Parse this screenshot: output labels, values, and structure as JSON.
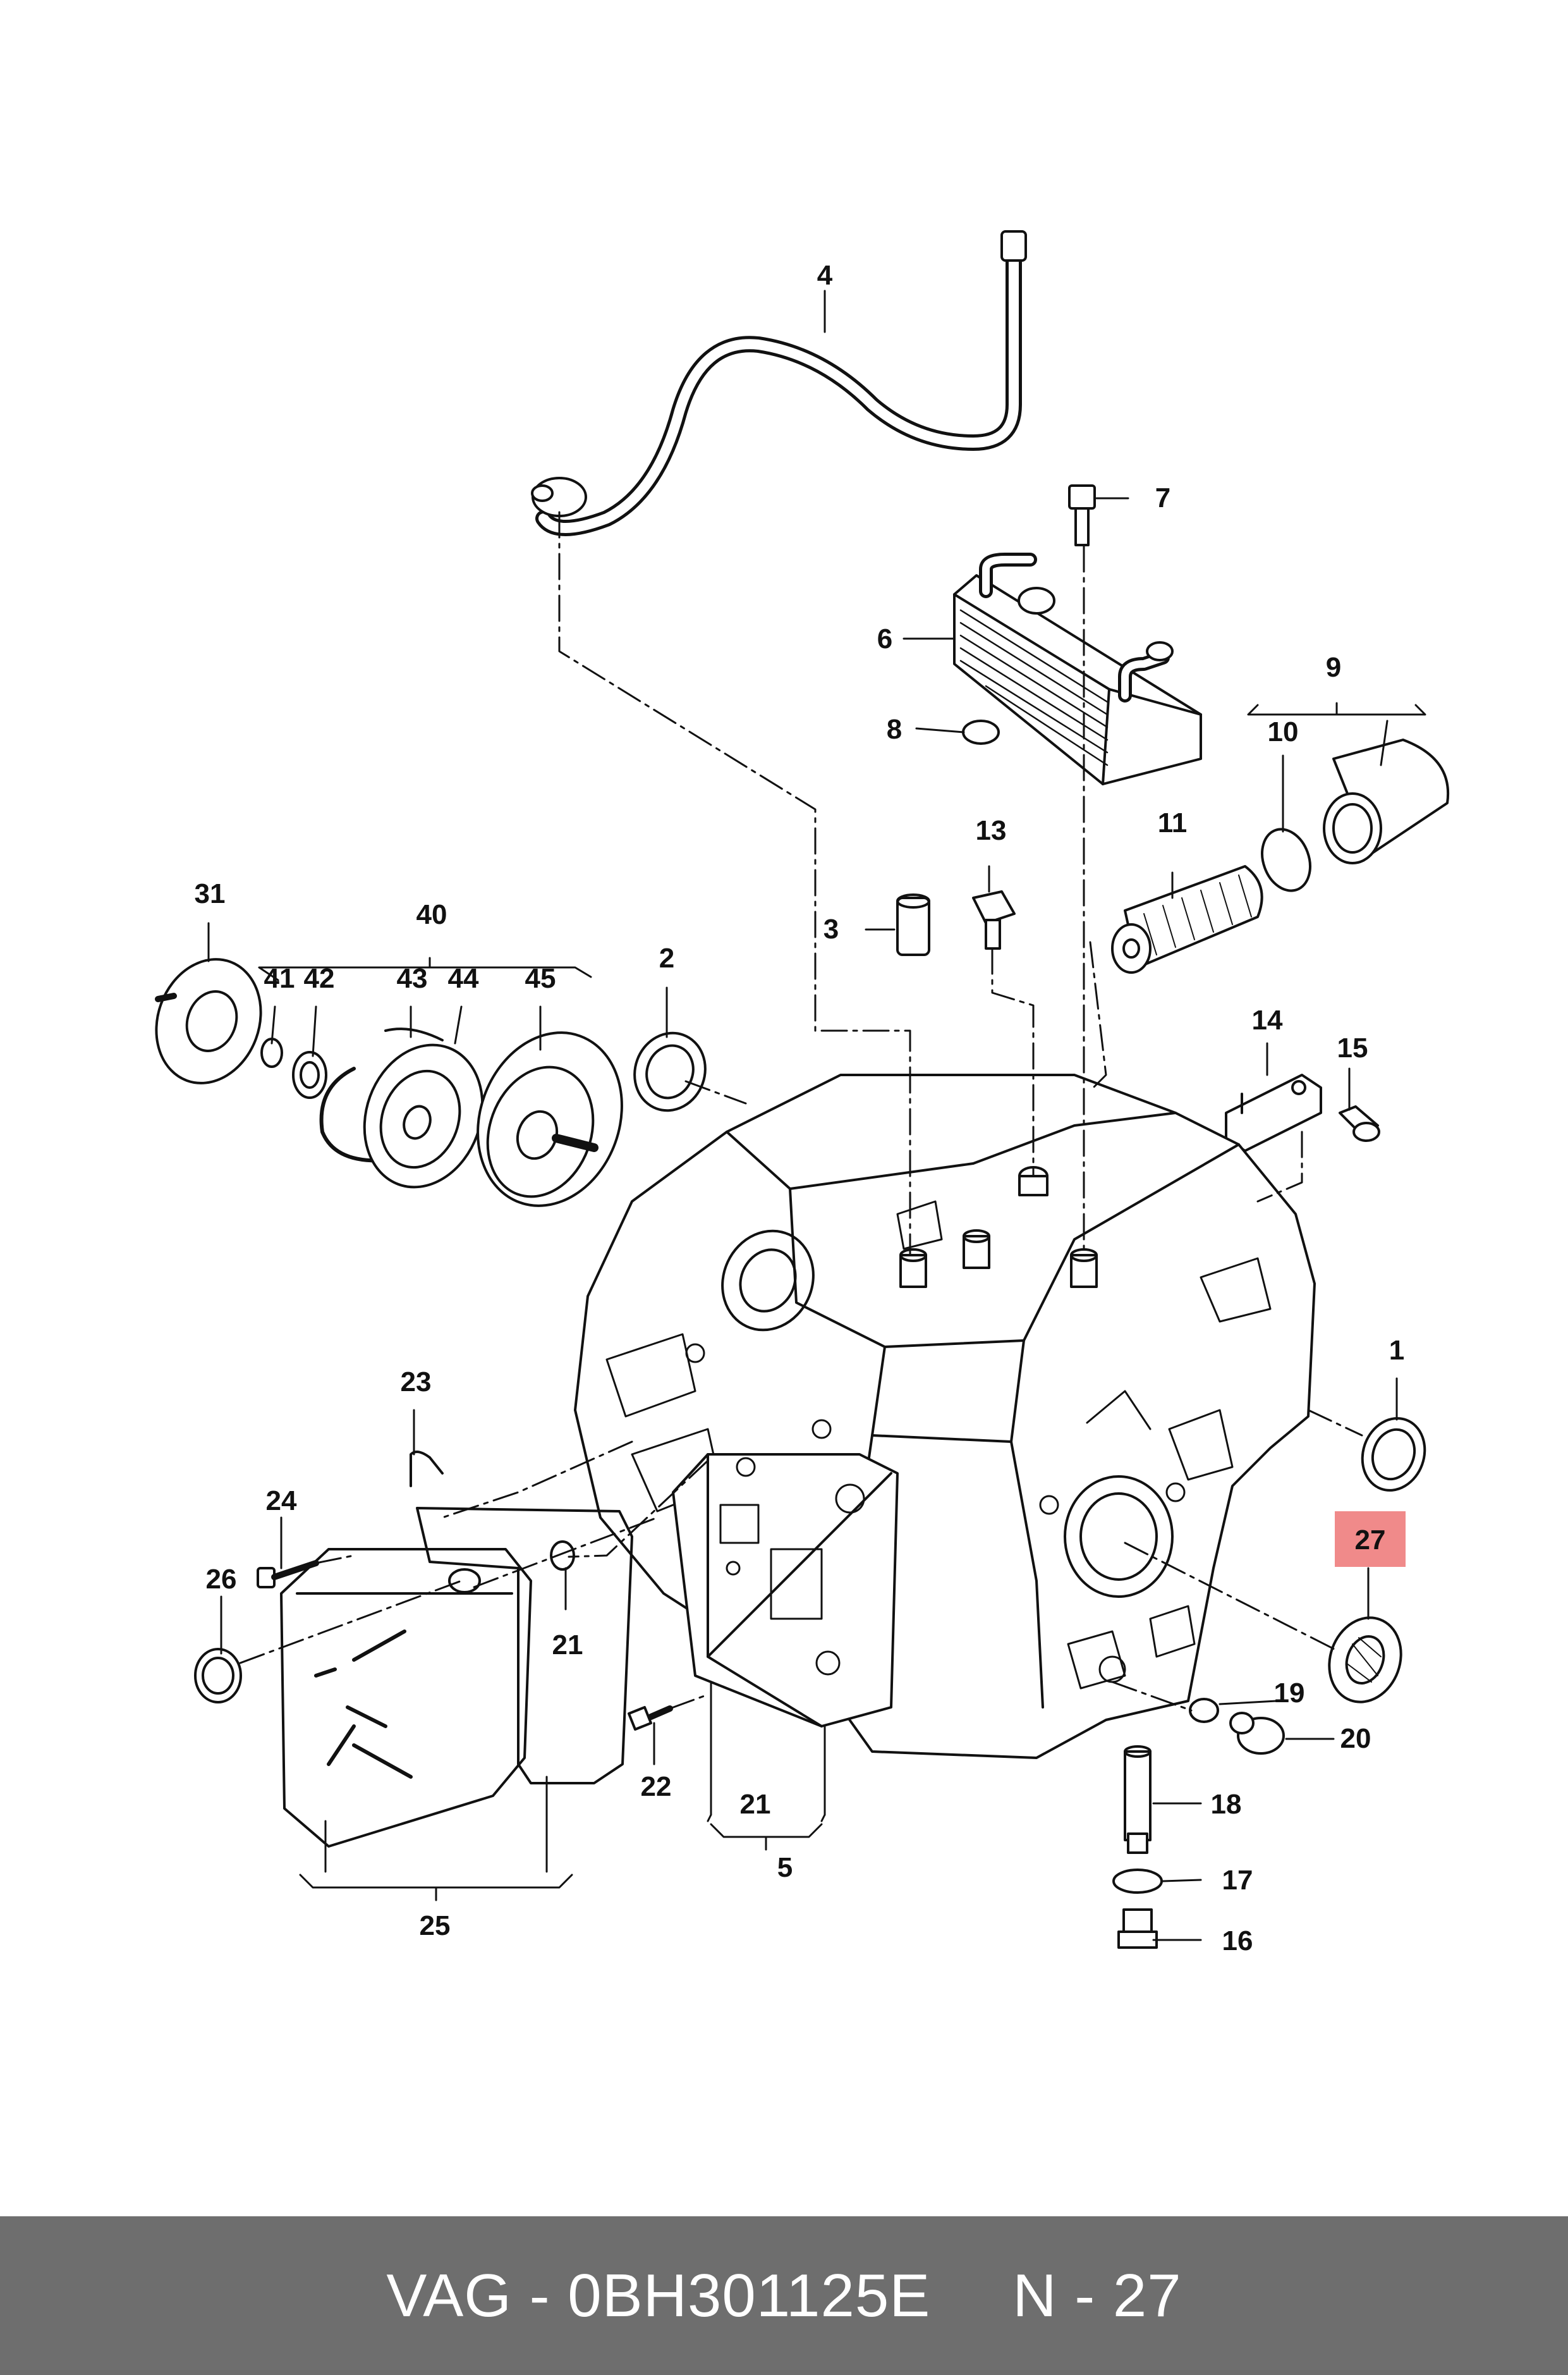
{
  "footer": {
    "part_text": "VAG - 0BH301125E",
    "ref_text": "N - 27"
  },
  "highlight_color": "#f08a8a",
  "callouts": {
    "c1": "1",
    "c2": "2",
    "c3": "3",
    "c4": "4",
    "c5": "5",
    "c6": "6",
    "c7": "7",
    "c8": "8",
    "c9": "9",
    "c10": "10",
    "c11": "11",
    "c13": "13",
    "c14": "14",
    "c15": "15",
    "c16": "16",
    "c17": "17",
    "c18": "18",
    "c19": "19",
    "c20": "20",
    "c21a": "21",
    "c21b": "21",
    "c22": "22",
    "c23": "23",
    "c24": "24",
    "c25": "25",
    "c26": "26",
    "c27": "27",
    "c31": "31",
    "c40": "40",
    "c41": "41",
    "c42": "42",
    "c43": "43",
    "c44": "44",
    "c45": "45"
  }
}
